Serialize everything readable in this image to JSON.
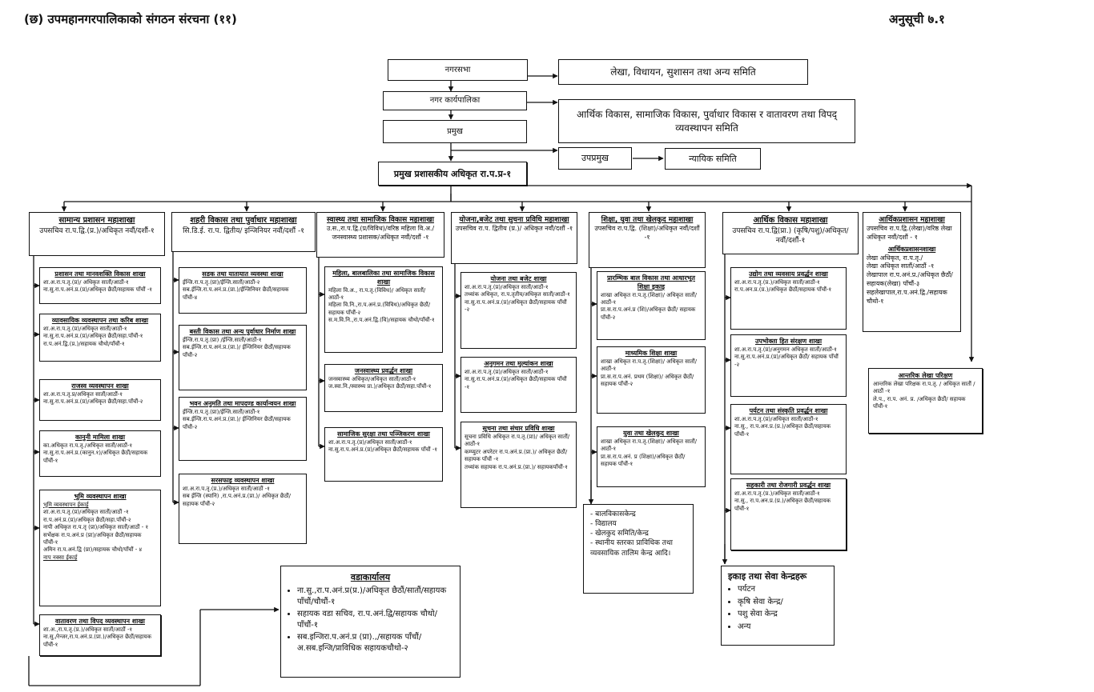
{
  "header": {
    "title": "(छ) उपमहानगरपालिकाको संगठन संरचना (११)",
    "annex": "अनुसूची ७.१"
  },
  "top": {
    "nagarsabha": "नगरसभा",
    "committee1": "लेखा, विधायन, सुशासन तथा अन्य समिति",
    "karyapalika": "नगर कार्यपालिका",
    "committee2": "आर्थिक विकास, सामाजिक विकास, पुर्वाधार विकास र वातावरण तथा विपद् व्यवस्थापन समिति",
    "pramukh": "प्रमुख",
    "upapramukh": "उपप्रमुख",
    "nyayik": "न्यायिक समिति",
    "cao": "प्रमुख प्रशासकीय अधिकृत रा.प.प्र-१"
  },
  "divisions": [
    {
      "title": "सामान्य प्रशासन महाशाखा",
      "body": "उपसचिव रा.प.द्वि.(प्र.)/अधिकृत नवौं/दशौं-१"
    },
    {
      "title": "शहरी विकास तथा पुर्वाधार महाशाखा",
      "body": "सि.डि.ई. रा.प. द्वितीय/ इन्जिनियर नवौं/दशौं -१"
    },
    {
      "title": "स्वास्थ्य तथा सामाजिक विकास महाशाखा",
      "body": "उ.स.,रा.प.द्वि.(प्र/विविध)/वरिष्ठ महिला वि.अ./जनस्वास्थ्य प्रशासक/अधिकृत नवौं/दशौं -१"
    },
    {
      "title": "योजना,बजेट तथा सुचना प्रविधि महाशाखा",
      "body": "उपसचिव रा.प. द्वितीय (प्र.)/ अधिकृत नवौं/दशौं -१"
    },
    {
      "title": "शिक्षा, युवा तथा खेलकुद महाशाखा",
      "body": "उपसचिव रा.प.द्वि. (शिक्षा)/अधिकृत नवौं/दशौं -१"
    },
    {
      "title": "आर्थिक विकास महाशाखा",
      "body": "उपसचिव रा.प.द्वि(प्रा.) (कृषि/पशु)/अधिकृत/नवौं/दशौं-१"
    },
    {
      "title": "आर्थिकप्रशासन महाशाखा",
      "body": "उपसचिव रा.प.द्वि.(लेखा)/वरिष्ठ लेखा अधिकृत नवौं/दशौं - १"
    }
  ],
  "sections": {
    "c1": [
      {
        "title": "प्रशासन तथा मानवशक्ति विकास शाखा",
        "body": "शा.अ.रा.प.तृ.(प्र)/ अधिकृत सातौं/आठौं-१\nना.सु.रा.प.अनं.प्र.(प्र)/अधिकृत छैठौं/सहायक पाँचौं -१"
      },
      {
        "title": "व्यावसायिक व्यवस्थापन तथा करिब शाखा",
        "body": "शा.अ.रा.प.तृ.(प्र)/अधिकृत सातौं/आठौं-१\nना.सु.रा.प.अनं.प्र.(प्र)/अधिकृत छैठौं/सहा.पाँचौं-१\nरा.प.अनं.द्वि.(प्र.)/सहायक चौथो/पाँचौं-१"
      },
      {
        "title": "राजस्व व्यवस्थापन शाखा",
        "body": "शा.अ.रा.प.तृ.प्र/अधिकृत सातौं/आठौं-१\nना.सु.रा.प.अनं.प्र.(प्र)/अधिकृत छैठौं/सहा.पाँचौं-२"
      },
      {
        "title": "कानुनी मामिला शाखा",
        "body": "का.अधिकृत रा.प.तृ./अधिकृत सातौं/आठौं-१\nना.सु.रा.प.अनं.प्र.(कानुन.१)/अधिकृत छैठौं/सहायक पाँचौं-१"
      },
      {
        "title": "भूमि व्यवस्थापन शाखा",
        "body": "शा.अ.रा.प.तृ.(प्र)/अधिकृत सातौं/आठौं -१\nरा.प.अनं.प्र.(प्र)/अधिकृत छैठौं/सहा.पाँचौं-२\nनापी अधिकृत रा.प.तृ (प्रा)/अधिकृत सातौं/आठौं - १\nसर्भेक्षक रा.प.अनं.प्र (प्रा)/अधिकृत छैठौं/सहायक पाँचौं-१\nअमिन रा.प.अनं.द्वि (प्रा)/सहायक चौथो/पाँचौं - ४"
      },
      {
        "title": "वातावरण तथा विपद व्यवस्थापन शाखा",
        "body": "शा.अ.,रा.प.तृ.(प्र.)/अधिकृत सातौं/आठौं -१\nना.सु./रेन्जर,रा.प.अनं.प्र.(प्रा.)/अधिकृत छैठौं/सहायक पाँचौं-१"
      }
    ],
    "land_sub1": "भूमि व्यवस्थापन ईकाई",
    "land_sub2": "नाप नक्सा ईकाई",
    "c2": [
      {
        "title": "सडक तथा यातायात व्यवस्था शाखा",
        "body": "ईन्जि.रा.प.तृ.(प्रा)/ईन्जि.सातौं/आठौं-२\nसब.ईन्जि.रा.प.अनं.प्र.(प्रा.)/ईन्जिनियर छैठौं/सहायक पाँचौं-४"
      },
      {
        "title": "बस्ती विकास तथा अन्य पुर्वाधार निर्माण शाखा",
        "body": "ईन्जि.रा.प.तृ.(प्रा) /ईन्जि.सातौं/आठौं-१\nसब.ईन्जि.रा.प.अनं.प्र.(प्रा.)/ ईन्जिनियर छैठौं/सहायक पाँचौं-२"
      },
      {
        "title": "भवन अनुमति तथा मापदण्ड कार्यान्वयन शाखा",
        "body": "ईन्जि.रा.प.तृ.(प्रा)/ईन्जि.सातौं/आठौं-१\nसब.ईन्जि.रा.प.अनं.प्र.(प्रा.)/ ईन्जिनियर छैठौं/सहायक पाँचौं-२"
      },
      {
        "title": "सरसफाइ व्यवस्थापन शाखा",
        "body": "शा.अ.रा.प.तृ.(प्र.)/अधिकृत सातौं/आठौं -१\nसब ईन्जि (स्यानि) ,रा.प.अनं.प्र.(प्रा.)/ अधिकृत छैठौं/ सहायक पाँचौं-२"
      }
    ],
    "c3": [
      {
        "title": "महिला, बालबालिका तथा सामाजिक विकास शाखा",
        "body": "महिला वि.अ., रा.प.तृ.(विविध)/ अधिकृत सातौं/आठौं-१\nमहिला वि.नि.,रा.प.अनं.प्र.(विविध)/अधिकृत छैठौं/सहायक पाँचौं-२\nस.म.वि.नि.,रा.प.अनं.द्वि.(वि)/सहायक चौथो/पाँचौं-१"
      },
      {
        "title": "जनस्वास्थ्य प्रवर्द्धन शाखा",
        "body": "जनस्वास्थ्य अधिकृत/अधिकृत सातौं/आठौं-१\nज.स्वा.नि./स्वास्थ्य प्रा.)/अधिकृत छैठौं/सहा.पाँचौं-१"
      },
      {
        "title": "सामाजिक सुरक्षा तथा पञ्जिकरण शाखा",
        "body": "शा.अ.रा.प.तृ.(प्र)/अधिकृत सातौं/आठौं-१\nना.सु.रा.प.अनं.प्र.(प्र)/अधिकृत छैठौं/सहायक पाँचौं -१"
      }
    ],
    "c4": [
      {
        "title": "योजना तथा बजेट शाखा",
        "body": "शा.अ.रा.प.तृ.(प्र)/अधिकृत सातौं/आठौं-१\nतथ्यांक अधिकृत, रा.प.तृतीय/अधिकृत सातौं/आठौं-१\nना.सु.रा.प.अनं.प्र.(प्र)/अधिकृत छैठौं/सहायक पाँचौं -२"
      },
      {
        "title": "अनुगमन तथा मुल्यांकन शाखा",
        "body": "शा.अ.रा.प.तृ.(प्र)/अधिकृत सातौं/आठौं-१\nना.सु.रा.प.अनं.प्र.(प्र)/अधिकृत छैठौं/सहायक पाँचौं -१"
      },
      {
        "title": "सूचना तथा संचार प्रविधि शाखा",
        "body": "सूचना प्रविधि अधिकृत रा.प.तृ.(प्रा)/ अधिकृत सातौं/आठौं-१\nकम्प्युटर अपरेटर रा.प.अनं.प्र.(प्रा.)/ अधिकृत छैठौं/सहायक पाँचौं -१\nतथ्यांक सहायक रा.प.अनं.प्र.(प्रा.)/ सहायकपाँचौं-१"
      }
    ],
    "c5": [
      {
        "title": "प्रारम्भिक बाल विकास तथा आधारभूत शिक्षा इकाइ",
        "body": "शाखा अधिकृत रा.प.तृ.(शिक्षा)/ अधिकृत सातौं/आठौं-१\nप्रा.स.रा.प.अनं.प्र (शि)/अधिकृत छैठौं/ सहायक पाँचौं-२"
      },
      {
        "title": "माध्यमिक शिक्षा शाखा",
        "body": "शाखा अधिकृत रा.प.तृ.(शिक्षा)/ अधिकृत सातौं/आठौं-१\nप्रा.स.रा.प.अनं. प्रथम (शिक्षा)/ अधिकृत छैठौं/सहायक पाँचौं-२"
      },
      {
        "title": "युवा तथा खेलकुद शाखा",
        "body": "शाखा अधिकृत रा.प.तृ.(शिक्षा)/ अधिकृत सातौं/आठौं-१\nप्रा.स.रा.प.अनं. प्र (शिक्षा)/अधिकृत छैठौं/ सहायक पाँचौं-१"
      }
    ],
    "c6": [
      {
        "title": "उद्योग तथा व्यवसाय प्रवर्द्धन शाखा",
        "body": "शा.अ.रा.प.तृ.(प्र.)/अधिकृत सातौं/आठौं-१\nरा.प.अन.प्र.(प्र.)/अधिकृत छैठौं/सहायक पाँचौं-१"
      },
      {
        "title": "उपभोक्ता हित संरक्षण शाखा",
        "body": "शा.अ.रा.प.तृ.(प्र)/अनुगमन अधिकृत सातौं/आठौं-१\nना.सु.रा.प.अनं.प्र.(प्र)/अधिकृत छैठौं/ सहायक पाँचौं -२"
      },
      {
        "title": "पर्यटन तथा संस्कृति प्रवर्द्धन शाखा",
        "body": "शा.अ.रा.प.तृ.(प्र)/अधिकृत सातौं/आठौं-१\nना.सु., रा.प.अन.प्र.(प्र.)/अधिकृत छैठौं/सहायक पाँचौं-१"
      },
      {
        "title": "सहकारी तथा रोजगारी प्रवर्द्धन शाखा",
        "body": "शा.अ.रा.प.तृ.(प्र.)/अधिकृत सातौं/आठौं-१\nना.सु., रा.प.अन.प्र.(प्र.)/अधिकृत छैठौं/सहायक पाँचौं-१"
      }
    ],
    "c7_sub_title": "आर्थिकप्रशासनशाखा",
    "c7_sub_body": "लेखा अधिकृत, रा.प.तृ./\nलेखा अधिकृत सातौं/आठौं -१\nलेखापाल रा.प.अनं.प्र./अधिकृत छैठौं/सहायक(लेखा) पाँचौं-३\nसहलेखापाल,रा.प.अनं.द्वि./सहायक चौथो-१",
    "audit_title": "आन्तरिक लेखा परिक्षण",
    "audit_body": "आन्तरिक लेखा परिक्षक रा.प.तृ. / अधिकृत सातौं / आठौं -१\nले.प., रा.प. अनं. प्र. /अधिकृत छैठौं/ सहायक पाँचौं-१"
  },
  "bottom": {
    "edu_list": [
      "बालविकासकेन्द्र",
      "विद्यालय",
      "खेलकुद समिति/केन्द्र",
      "स्थानीय स्तरका प्राविधिक तथा व्यवसायिक तालिम केन्द्र आदि।"
    ],
    "ward_title": "वडाकार्यालय",
    "ward_list": [
      "ना.सु.,रा.प.अनं.प्र(प्र.)/अधिकृत छैठौं/सातौं/सहायक पाँचौं/चौथौं-१",
      "सहायक वडा सचिव, रा.प.अनं.द्वि/सहायक चौथो/पाँचौं-१",
      "सब.इन्जिरा.प.अनं.प्र (प्रा).,/सहायक पाँचौं/अ.सब.इन्जि/प्राविधिक सहायकचौथो-२"
    ],
    "unit_title": "इकाइ तथा सेवा केन्द्रहरू",
    "unit_list": [
      "पर्यटन",
      "कृषि सेवा केन्द्र/",
      "पशु सेवा केन्द्र",
      "अन्य"
    ]
  }
}
